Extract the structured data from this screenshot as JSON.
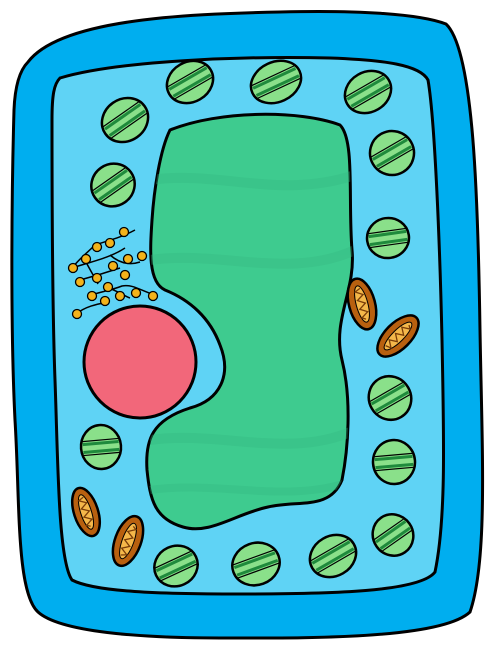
{
  "colors": {
    "cell_wall": "#00aeef",
    "cytoplasm": "#5fd3f5",
    "vacuole": "#3ecb8f",
    "vacuole_shade": "#36b880",
    "nucleus": "#f2677a",
    "chloroplast": "#8ae08a",
    "chloroplast_stripe": "#1f8a3c",
    "mitochondrion": "#b8600f",
    "mitochondrion_inner": "#f4b84a",
    "golgi_vesicle": "#f3b31b",
    "outline": "#000000"
  },
  "structures": [
    "cell-wall",
    "cell-membrane",
    "cytoplasm",
    "central-vacuole",
    "nucleus",
    "golgi-apparatus",
    "chloroplast",
    "mitochondrion"
  ]
}
